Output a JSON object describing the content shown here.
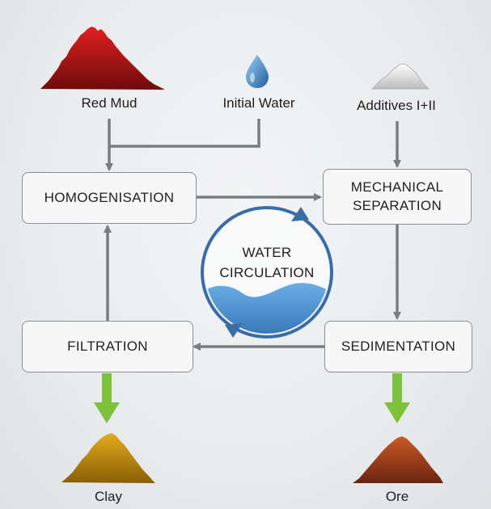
{
  "inputs": {
    "red_mud": "Red Mud",
    "initial_water": "Initial Water",
    "additives": "Additives I+II"
  },
  "processes": {
    "homogenisation": "HOMOGENISATION",
    "mechanical_separation_line1": "MECHANICAL",
    "mechanical_separation_line2": "SEPARATION",
    "filtration": "FILTRATION",
    "sedimentation": "SEDIMENTATION"
  },
  "water_circulation": {
    "line1": "WATER",
    "line2": "CIRCULATION"
  },
  "outputs": {
    "clay": "Clay",
    "ore": "Ore"
  },
  "colors": {
    "red_mud": "#9c1414",
    "water_drop": "#3f88c5",
    "additives": "#e8e8e8",
    "clay": "#b8860b",
    "ore": "#a0401c",
    "arrow_gray": "#7a7d80",
    "arrow_green": "#7cc23a",
    "circle_blue": "#3a6ca8",
    "water_fill": "#4a8fcf"
  }
}
